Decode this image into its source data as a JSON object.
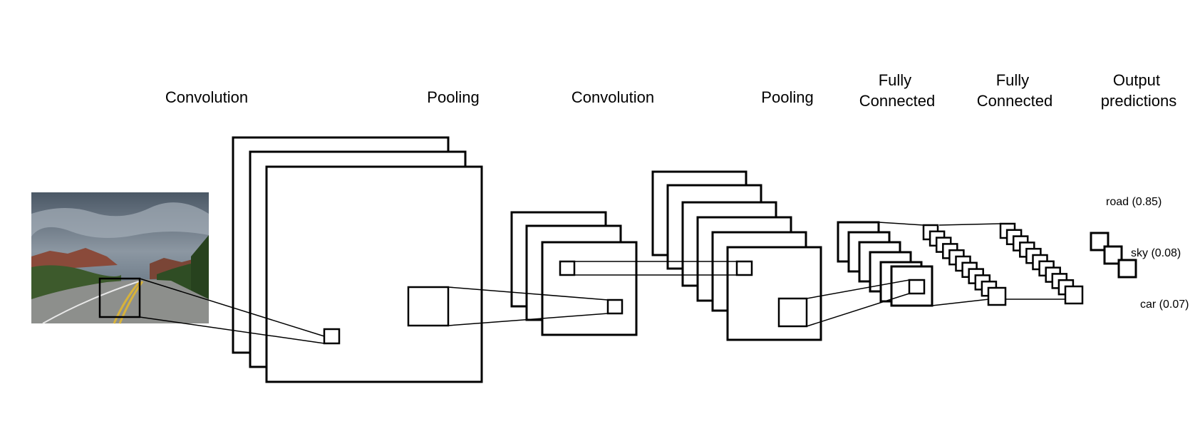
{
  "stages": [
    {
      "label_lines": [
        "Convolution"
      ]
    },
    {
      "label_lines": [
        "Pooling"
      ]
    },
    {
      "label_lines": [
        "Convolution"
      ]
    },
    {
      "label_lines": [
        "Pooling"
      ]
    },
    {
      "label_lines": [
        "Fully",
        "Connected"
      ]
    },
    {
      "label_lines": [
        "Fully",
        "Connected"
      ]
    },
    {
      "label_lines": [
        "Output",
        "predictions"
      ]
    }
  ],
  "predictions": [
    "road (0.85)",
    "sky (0.08)",
    "car (0.07)"
  ],
  "input_image": {
    "content": "road landscape photo"
  }
}
